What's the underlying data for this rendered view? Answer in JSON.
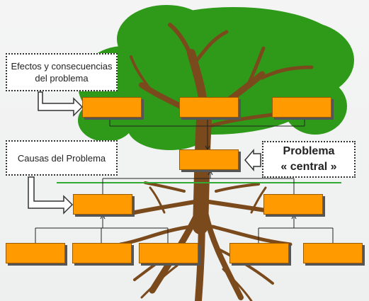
{
  "effects_label": {
    "line1": "Efectos y consecuencias",
    "line2": "del problema"
  },
  "causes_label": "Causas del Problema",
  "central_label": {
    "line1": "Problema",
    "line2": "« central »"
  },
  "colors": {
    "box_fill": "#ff9a00",
    "canopy": "#2f9a1a",
    "trunk": "#7a4a1c",
    "ground_line": "#33aa33"
  }
}
